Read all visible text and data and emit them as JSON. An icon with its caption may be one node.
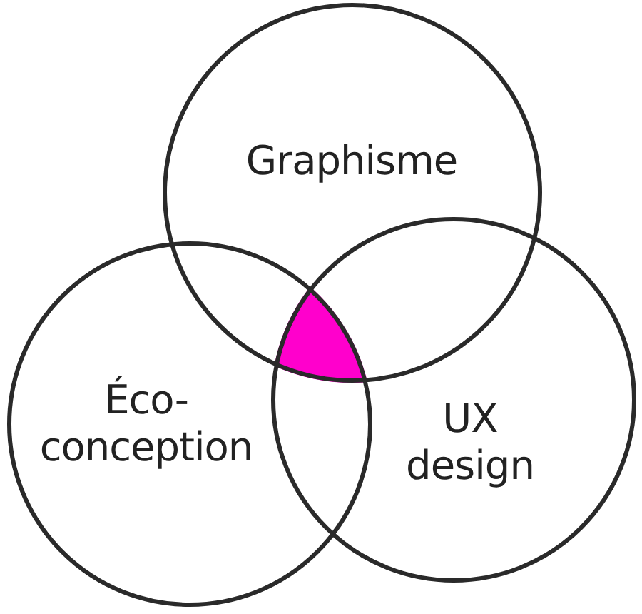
{
  "diagram": {
    "nodes": [
      {
        "text": [
          "Graphisme"
        ]
      },
      {
        "text": [
          "Éco-conception"
        ]
      },
      {
        "text": [
          "UX design"
        ]
      }
    ]
  }
}
